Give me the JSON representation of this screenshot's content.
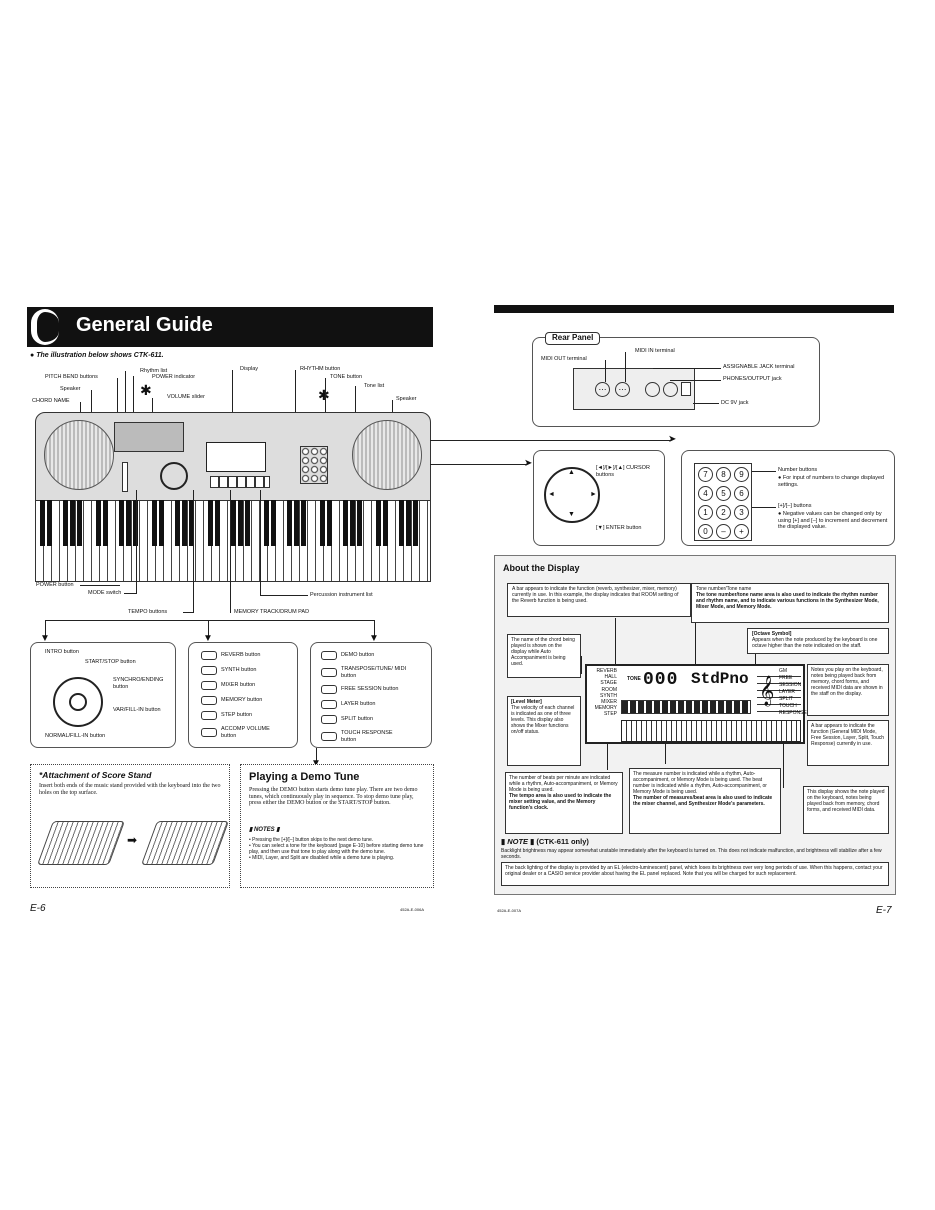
{
  "left": {
    "title": "General Guide",
    "illustration_note": "The illustration below shows CTK-611.",
    "labels": {
      "pitch_bend": "PITCH BEND buttons",
      "rhythm_list": "Rhythm list",
      "power_indicator": "POWER indicator",
      "speaker_l": "Speaker",
      "chord_name": "CHORD NAME",
      "volume_slider": "VOLUME slider",
      "display": "Display",
      "rhythm_button": "RHYTHM button",
      "tone_button": "TONE button",
      "tone_list": "Tone list",
      "speaker_r": "Speaker",
      "power_button": "POWER button",
      "mode_switch": "MODE switch",
      "tempo_buttons": "TEMPO buttons",
      "memory_track": "MEMORY TRACK/DRUM PAD",
      "percussion_list": "Percussion instrument list"
    },
    "panel1": {
      "intro": "INTRO button",
      "start_stop": "START/STOP button",
      "synchro": "SYNCHRO/ENDING button",
      "var_fill": "VAR/FILL-IN button",
      "normal_fill": "NORMAL/FILL-IN button"
    },
    "panel2": [
      "REVERB button",
      "SYNTH button",
      "MIXER button",
      "MEMORY button",
      "STEP button",
      "ACCOMP VOLUME button"
    ],
    "panel3": [
      "DEMO button",
      "TRANSPOSE/TUNE/ MIDI button",
      "FREE SESSION button",
      "LAYER button",
      "SPLIT button",
      "TOUCH RESPONSE button"
    ],
    "stand": {
      "title": "*Attachment of Score Stand",
      "text": "Insert both ends of the music stand provided with the keyboard into the two holes on the top surface."
    },
    "demo": {
      "title": "Playing a Demo Tune",
      "text": "Pressing the DEMO button starts demo tune play. There are two demo tunes, which continuously play in sequence. To stop demo tune play, press either the DEMO button or the START/STOP button.",
      "notes_title": "NOTES",
      "notes": [
        "Pressing the [+]/[–] button skips to the next demo tune.",
        "You can select a tone for the keyboard (page E-10) before starting demo tune play, and then use that tone to play along with the demo tune.",
        "MIDI, Layer, and Split are disabled while a demo tune is playing."
      ]
    },
    "page_no": "E-6",
    "code": "452A-E-006A"
  },
  "right": {
    "rear": {
      "title": "Rear Panel",
      "midi_in": "MIDI IN terminal",
      "midi_out": "MIDI OUT terminal",
      "assignable": "ASSIGNABLE JACK terminal",
      "phones": "PHONES/OUTPUT jack",
      "dc": "DC 9V jack"
    },
    "cursor": {
      "cursor_label": "[◄]/[►]/[▲] CURSOR buttons",
      "enter_label": "[▼] ENTER button"
    },
    "numpad": {
      "keys": [
        "7",
        "8",
        "9",
        "4",
        "5",
        "6",
        "1",
        "2",
        "3",
        "0",
        "–",
        "+"
      ],
      "number_title": "Number buttons",
      "number_desc": "For input of numbers to change displayed settings.",
      "pm_title": "[+]/[–] buttons",
      "pm_desc": "Negative values can be changed only by using [+] and [–] to increment and decrement the displayed value."
    },
    "about": {
      "title": "About the Display",
      "bar_fn": "A bar appears to indicate the function (reverb, synthesizer, mixer, memory) currently in use. In this example, the display indicates that ROOM setting of the Reverb function is being used.",
      "tone_num_title": "Tone number/Tone name",
      "tone_num_text": "The tone number/tone name area is also used to indicate the rhythm number and rhythm name, and to indicate various functions in the Synthesizer Mode, Mixer Mode, and Memory Mode.",
      "octave_title": "[Octave Symbol]",
      "octave_text": "Appears when the note produced by the keyboard is one octave higher than the note indicated on the staff.",
      "chord_text": "The name of the chord being played is shown on the display while Auto Accompaniment is being used.",
      "level_title": "[Level Meter]",
      "level_text": "The velocity of each channel is indicated as one of three levels. This display also shows the Mixer functions on/off status.",
      "notes_play": "Notes you play on the keyboard, notes being played back from memory, chord forms, and received MIDI data are shown in the staff on the display.",
      "bar_midi": "A bar appears to indicate the function (General MIDI Mode, Free Session, Layer, Split, Touch Response) currently in use.",
      "beats_text": "The number of beats per minute are indicated while a rhythm, Auto-accompaniment, or Memory Mode is being used.",
      "beats_bold": "The tempo area is also used to indicate the mixer setting value, and the Memory function's clock.",
      "measure_text": "The measure number is indicated while a rhythm, Auto-accompaniment, or Memory Mode is being used. The beat number is indicated while a rhythm, Auto-accompaniment, or Memory Mode is being used.",
      "measure_bold": "The number of measures/beat area is also used to indicate the mixer channel, and Synthesizer Mode's parameters.",
      "staff_text": "This display shows the note played on the keyboard, notes being played back from memory, chord forms, and received MIDI data.",
      "lcd_left": [
        "REVERB",
        "HALL",
        "STAGE",
        "ROOM",
        "SYNTH",
        "MIXER",
        "MEMORY",
        "STEP"
      ],
      "lcd_right": [
        "GM",
        "FREE SESSION",
        "LAYER",
        "SPLIT",
        "TOUCH RESPONSE"
      ],
      "lcd_tone": "TONE",
      "lcd_digits": "000",
      "lcd_name": "StdPno"
    },
    "note": {
      "title": "NOTE",
      "model": "(CTK-611 only)",
      "text": "Backlight brightness may appear somewhat unstable immediately after the keyboard is turned on. This does not indicate malfunction, and brightness will stabilize after a few seconds.",
      "box": "The back lighting of the display is provided by an EL (electro-luminescent) panel, which loses its brightness over very long periods of use. When this happens, contact your original dealer or a CASIO service provider about having the EL panel replaced. Note that you will be charged for such replacement."
    },
    "page_no": "E-7",
    "code": "452A-E-007A"
  }
}
